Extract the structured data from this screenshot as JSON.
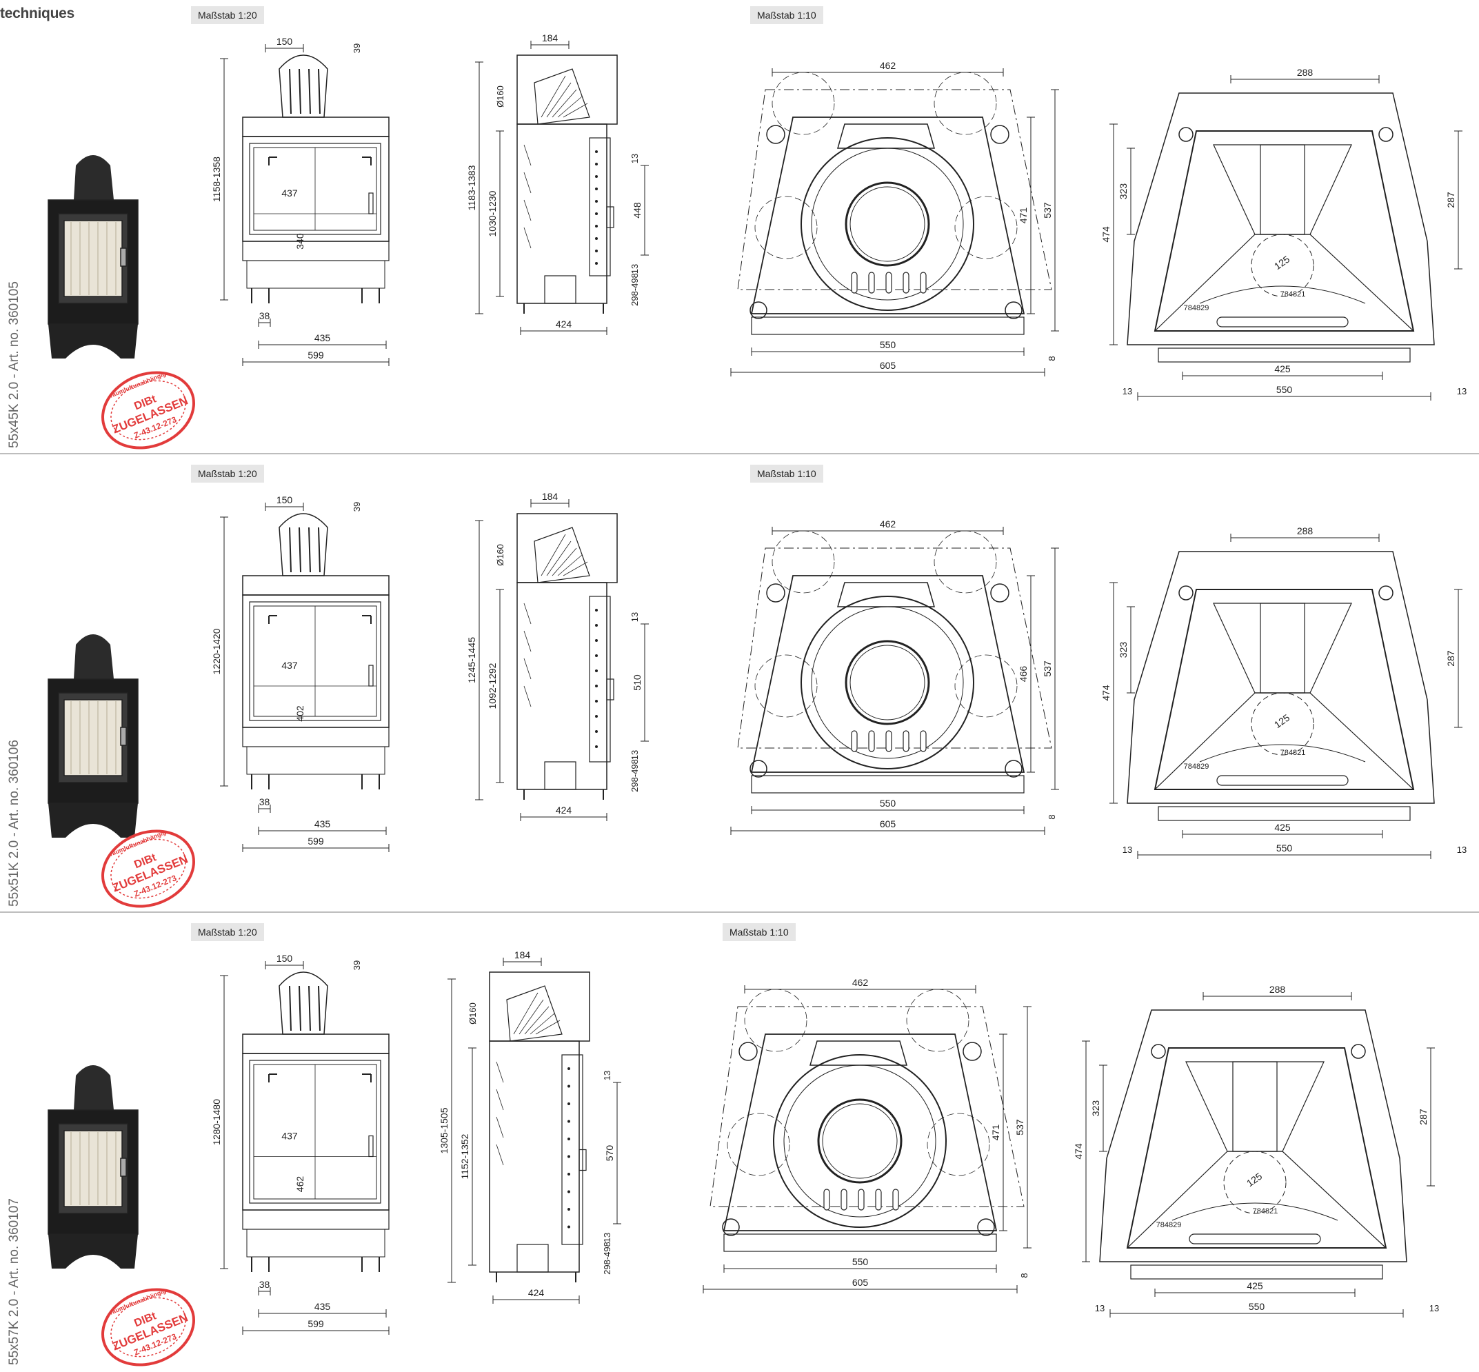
{
  "page": {
    "title": "techniques"
  },
  "scale_front": "Maßstab 1:20",
  "scale_top": "Maßstab 1:10",
  "stamp": {
    "line1": "raumluftunabhängig",
    "line2": "DIBt",
    "line3": "ZUGELASSEN",
    "line4": "Z-43.12-273"
  },
  "rows": [
    {
      "article": "55x45K 2.0 - Art. no. 360105",
      "front": {
        "w150": "150",
        "w39": "39",
        "w437": "437",
        "h340": "340",
        "hTotal": "1158-1358",
        "w38": "38",
        "w435": "435",
        "w599": "599"
      },
      "side": {
        "w184": "184",
        "d160": "Ø160",
        "hTotal": "1183-1383",
        "hInner": "1030-1230",
        "h13a": "13",
        "h448": "448",
        "h13b": "13",
        "h298": "298-498",
        "w424": "424"
      },
      "top": {
        "w462": "462",
        "h471": "471",
        "h537": "537",
        "w550": "550",
        "w605": "605",
        "h8": "8"
      },
      "plan": {
        "w288": "288",
        "h323": "323",
        "h474": "474",
        "h287": "287",
        "d125": "125",
        "code1": "784821",
        "code2": "784829",
        "w425": "425",
        "w550": "550",
        "w13a": "13",
        "w13b": "13"
      }
    },
    {
      "article": "55x51K 2.0 - Art. no. 360106",
      "front": {
        "w150": "150",
        "w39": "39",
        "w437": "437",
        "h340": "402",
        "hTotal": "1220-1420",
        "w38": "38",
        "w435": "435",
        "w599": "599"
      },
      "side": {
        "w184": "184",
        "d160": "Ø160",
        "hTotal": "1245-1445",
        "hInner": "1092-1292",
        "h13a": "13",
        "h448": "510",
        "h13b": "13",
        "h298": "298-498",
        "w424": "424"
      },
      "top": {
        "w462": "462",
        "h471": "466",
        "h537": "537",
        "w550": "550",
        "w605": "605",
        "h8": "8"
      },
      "plan": {
        "w288": "288",
        "h323": "323",
        "h474": "474",
        "h287": "287",
        "d125": "125",
        "code1": "784821",
        "code2": "784829",
        "w425": "425",
        "w550": "550",
        "w13a": "13",
        "w13b": "13"
      }
    },
    {
      "article": "55x57K 2.0 - Art. no. 360107",
      "front": {
        "w150": "150",
        "w39": "39",
        "w437": "437",
        "h340": "462",
        "hTotal": "1280-1480",
        "w38": "38",
        "w435": "435",
        "w599": "599"
      },
      "side": {
        "w184": "184",
        "d160": "Ø160",
        "hTotal": "1305-1505",
        "hInner": "1152-1352",
        "h13a": "13",
        "h448": "570",
        "h13b": "13",
        "h298": "298-498",
        "w424": "424"
      },
      "top": {
        "w462": "462",
        "h471": "471",
        "h537": "537",
        "w550": "550",
        "w605": "605",
        "h8": "8"
      },
      "plan": {
        "w288": "288",
        "h323": "323",
        "h474": "474",
        "h287": "287",
        "d125": "125",
        "code1": "784821",
        "code2": "784829",
        "w425": "425",
        "w550": "550",
        "w13a": "13",
        "w13b": "13"
      }
    }
  ]
}
